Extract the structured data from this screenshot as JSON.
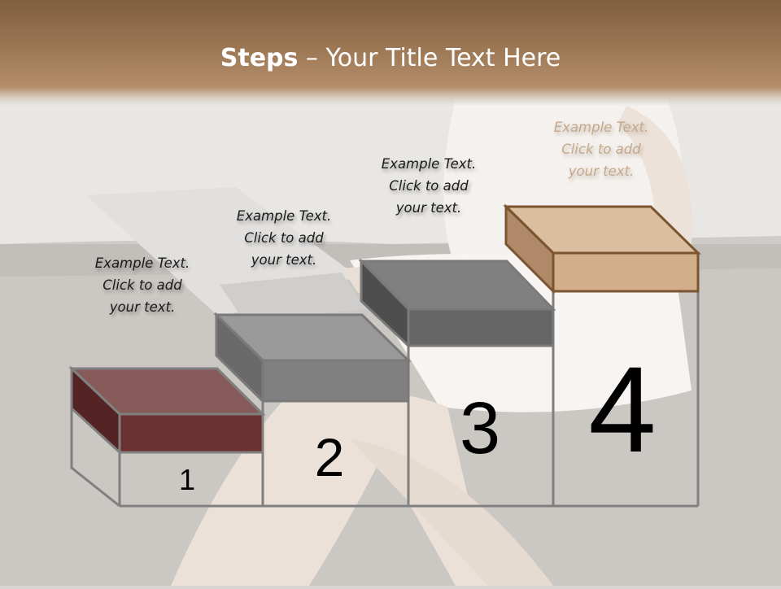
{
  "slide": {
    "title_bold": "Steps",
    "title_rest": " – Your Title Text Here"
  },
  "steps": [
    {
      "number": "1",
      "caption_line1": "Example Text.",
      "caption_line2": "Click  to add",
      "caption_line3": "your text.",
      "top_color": "#855a58",
      "front_color": "#6b3030",
      "side_color": "#542424"
    },
    {
      "number": "2",
      "caption_line1": "Example Text.",
      "caption_line2": "Click  to add",
      "caption_line3": "your text.",
      "top_color": "#9a9a9a",
      "front_color": "#808080",
      "side_color": "#6a6a6a"
    },
    {
      "number": "3",
      "caption_line1": "Example Text.",
      "caption_line2": "Click  to add",
      "caption_line3": "your text.",
      "top_color": "#808080",
      "front_color": "#666666",
      "side_color": "#4e4e4e"
    },
    {
      "number": "4",
      "caption_line1": "Example Text.",
      "caption_line2": "Click  to add",
      "caption_line3": "your text.",
      "top_color": "#dbbd9f",
      "front_color": "#d2ae8a",
      "side_color": "#b08a68"
    }
  ],
  "colors": {
    "title_band": "#9c7754",
    "outline": "#808080",
    "step4_outline": "#7a5530"
  }
}
